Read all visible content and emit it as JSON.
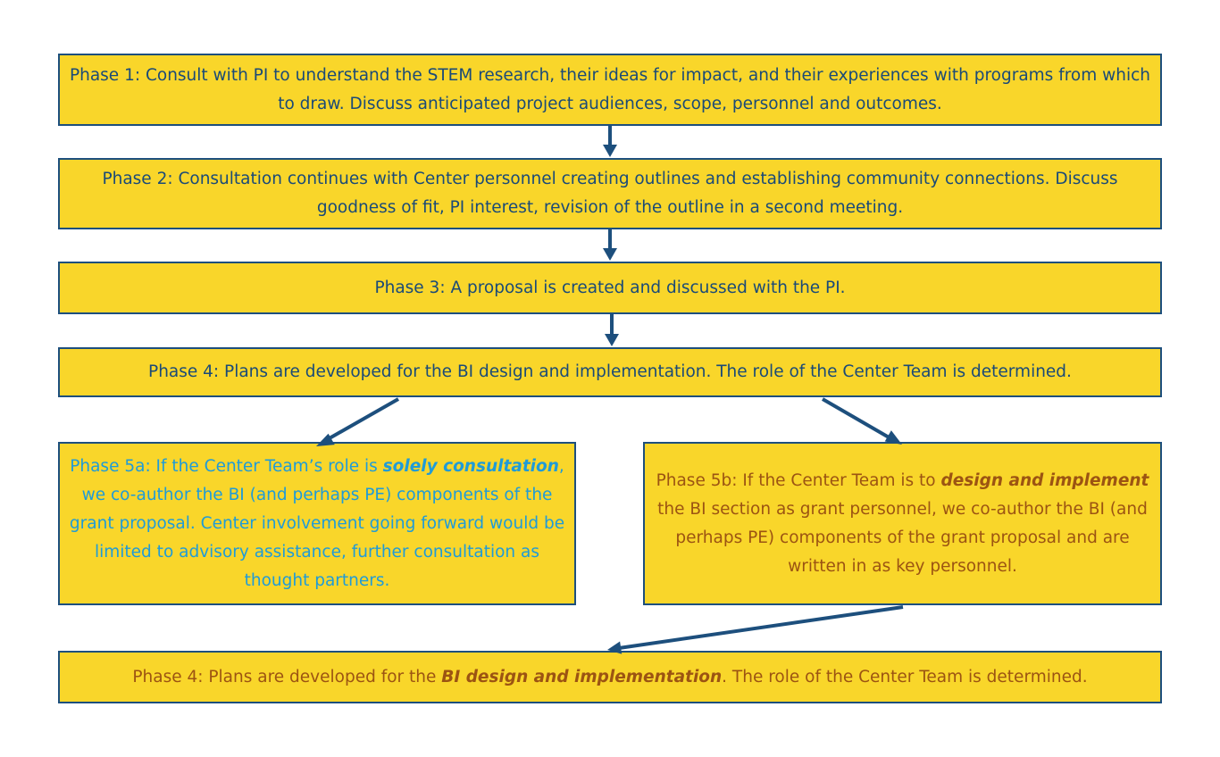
{
  "colors": {
    "box_fill": "#f9d62a",
    "box_border": "#1d4f7d",
    "arrow": "#1d4f7d",
    "text_navy": "#1a4a78",
    "text_blue": "#1f9bd8",
    "text_brown": "#9c5412"
  },
  "phases": {
    "phase1": {
      "text": "Phase 1: Consult with PI to understand the STEM research, their ideas for impact, and their experiences with programs from which to draw. Discuss anticipated project audiences, scope, personnel and outcomes."
    },
    "phase2": {
      "text": "Phase 2: Consultation continues with Center personnel creating outlines and establishing community connections. Discuss goodness of fit, PI interest, revision of the outline in a second meeting."
    },
    "phase3": {
      "text": "Phase 3: A proposal is created and discussed with the PI."
    },
    "phase4": {
      "text": "Phase 4: Plans are developed for the BI design and implementation. The role of the Center Team is determined."
    },
    "phase5a": {
      "pre": "Phase 5a: If the Center Team’s role is ",
      "emph": "solely consultation",
      "post": ", we co-author the BI (and perhaps PE) components of the grant proposal. Center involvement going forward would be limited to advisory assistance, further consultation as thought partners."
    },
    "phase5b": {
      "pre": "Phase 5b: If the Center Team is to ",
      "emph": "design and implement",
      "post": " the BI section as grant personnel, we co-author the BI (and perhaps PE) components of the grant proposal and are written in as key personnel."
    },
    "phase4_final": {
      "pre": "Phase 4: Plans are developed for the ",
      "emph": "BI design and implementation",
      "post": ". The role of the Center Team is determined."
    }
  }
}
